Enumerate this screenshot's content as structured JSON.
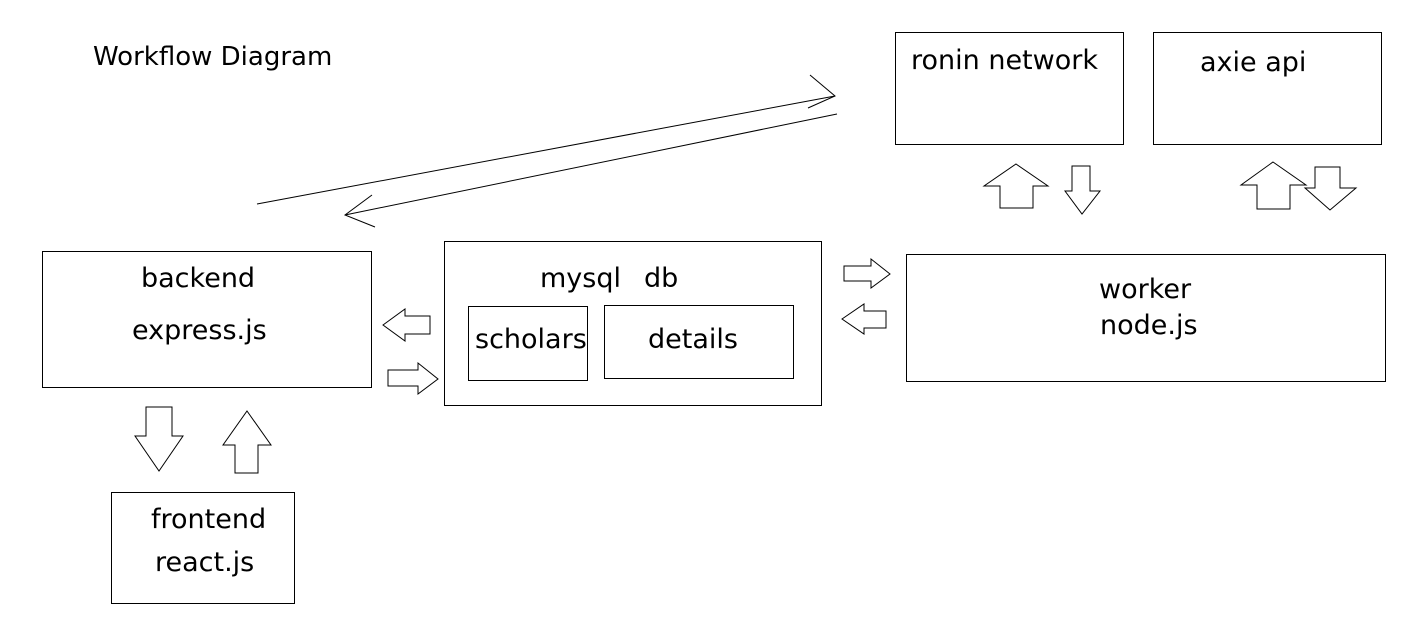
{
  "diagram": {
    "title": "Workflow Diagram",
    "nodes": {
      "ronin": {
        "label": "ronin network"
      },
      "axie": {
        "label": "axie api"
      },
      "backend": {
        "title": "backend",
        "subtitle": "express.js"
      },
      "mysql": {
        "title_left": "mysql",
        "title_right": "db",
        "tables": {
          "scholars": "scholars",
          "details": "details"
        }
      },
      "worker": {
        "title": "worker",
        "subtitle": "node.js"
      },
      "frontend": {
        "title": "frontend",
        "subtitle": "react.js"
      }
    }
  }
}
